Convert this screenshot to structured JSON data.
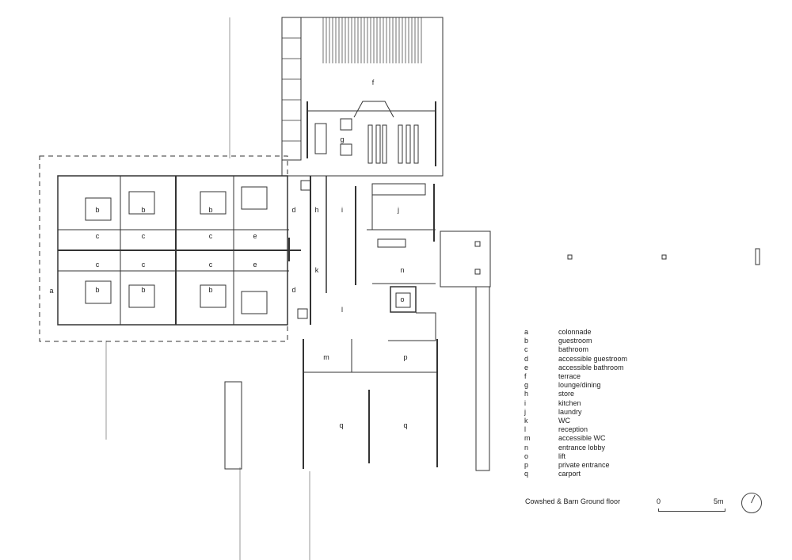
{
  "rooms": {
    "a": "a",
    "b": "b",
    "c": "c",
    "d": "d",
    "e": "e",
    "f": "f",
    "g": "g",
    "h": "h",
    "i": "i",
    "j": "j",
    "k": "k",
    "l": "l",
    "m": "m",
    "n": "n",
    "o": "o",
    "p": "p",
    "q": "q"
  },
  "legend": [
    {
      "key": "a",
      "label": "colonnade"
    },
    {
      "key": "b",
      "label": "guestroom"
    },
    {
      "key": "c",
      "label": "bathroom"
    },
    {
      "key": "d",
      "label": "accessible guestroom"
    },
    {
      "key": "e",
      "label": "accessible bathroom"
    },
    {
      "key": "f",
      "label": "terrace"
    },
    {
      "key": "g",
      "label": "lounge/dining"
    },
    {
      "key": "h",
      "label": "store"
    },
    {
      "key": "i",
      "label": "kitchen"
    },
    {
      "key": "j",
      "label": "laundry"
    },
    {
      "key": "k",
      "label": "WC"
    },
    {
      "key": "l",
      "label": "reception"
    },
    {
      "key": "m",
      "label": "accessible WC"
    },
    {
      "key": "n",
      "label": "entrance lobby"
    },
    {
      "key": "o",
      "label": "lift"
    },
    {
      "key": "p",
      "label": "private entrance"
    },
    {
      "key": "q",
      "label": "carport"
    }
  ],
  "caption": "Cowshed & Barn Ground floor",
  "scale": {
    "start": "0",
    "end": "5m"
  }
}
